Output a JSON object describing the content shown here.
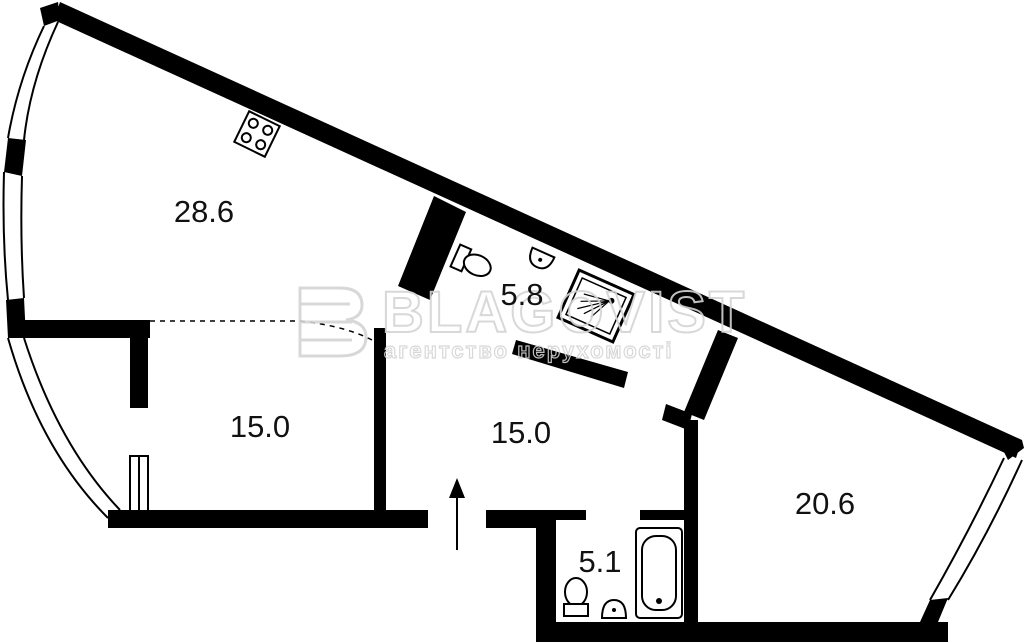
{
  "rooms": [
    {
      "id": "kitchen-living",
      "area": "28.6"
    },
    {
      "id": "bedroom",
      "area": "15.0"
    },
    {
      "id": "hallway",
      "area": "15.0"
    },
    {
      "id": "bathroom-shower",
      "area": "5.8"
    },
    {
      "id": "bathroom-tub",
      "area": "5.1"
    },
    {
      "id": "room-right",
      "area": "20.6"
    }
  ],
  "watermark": {
    "brand": "BLAGOVIST",
    "tagline": "агентство нерухомості"
  },
  "colors": {
    "wall": "#000000",
    "background": "#ffffff",
    "watermark": "#d4d4d4"
  },
  "icons": [
    "stove-icon",
    "toilet-icon",
    "sink-icon",
    "shower-icon",
    "bathtub-icon",
    "entrance-arrow-icon"
  ]
}
